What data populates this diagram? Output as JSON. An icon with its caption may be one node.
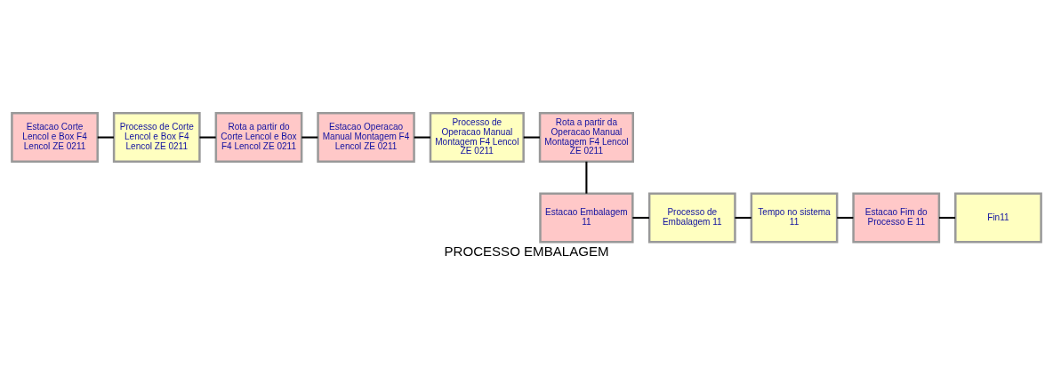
{
  "diagram": {
    "caption": "PROCESSO EMBALAGEM",
    "nodes": [
      {
        "text": [
          "Estacao Corte Lencol e Box F4 Lencol ZE 0211"
        ]
      },
      {
        "text": [
          "Processo de Corte Lencol e Box F4 Lencol ZE 0211"
        ]
      },
      {
        "text": [
          "Rota a partir do Corte Lencol e Box F4 Lencol ZE 0211"
        ]
      },
      {
        "text": [
          "Estacao Operacao Manual Montagem F4 Lencol ZE 0211"
        ]
      },
      {
        "text": [
          "Processo de Operacao Manual Montagem F4 Lencol ZE 0211"
        ]
      },
      {
        "text": [
          "Rota a partir da Operacao Manual Montagem F4 Lencol ZE 0211"
        ]
      },
      {
        "text": [
          "Estacao Embalagem 11"
        ]
      },
      {
        "text": [
          "Processo de Embalagem 11"
        ]
      },
      {
        "text": [
          "Tempo no sistema 11"
        ]
      },
      {
        "text": [
          "Estacao Fim do Processo E 11"
        ]
      },
      {
        "text": [
          "Fin11"
        ]
      }
    ],
    "edges": [
      {
        "from": 0,
        "to": 1,
        "arrow": "none"
      },
      {
        "from": 1,
        "to": 2,
        "arrow": "none"
      },
      {
        "from": 2,
        "to": 3,
        "arrow": "none"
      },
      {
        "from": 3,
        "to": 4,
        "arrow": "none"
      },
      {
        "from": 4,
        "to": 5,
        "arrow": "none"
      },
      {
        "from": 5,
        "to": 6,
        "arrow": "none"
      },
      {
        "from": 6,
        "to": 7,
        "arrow": "none"
      },
      {
        "from": 7,
        "to": 8,
        "arrow": "none"
      },
      {
        "from": 8,
        "to": 9,
        "arrow": "none"
      },
      {
        "from": 9,
        "to": 10,
        "arrow": "none"
      }
    ]
  }
}
